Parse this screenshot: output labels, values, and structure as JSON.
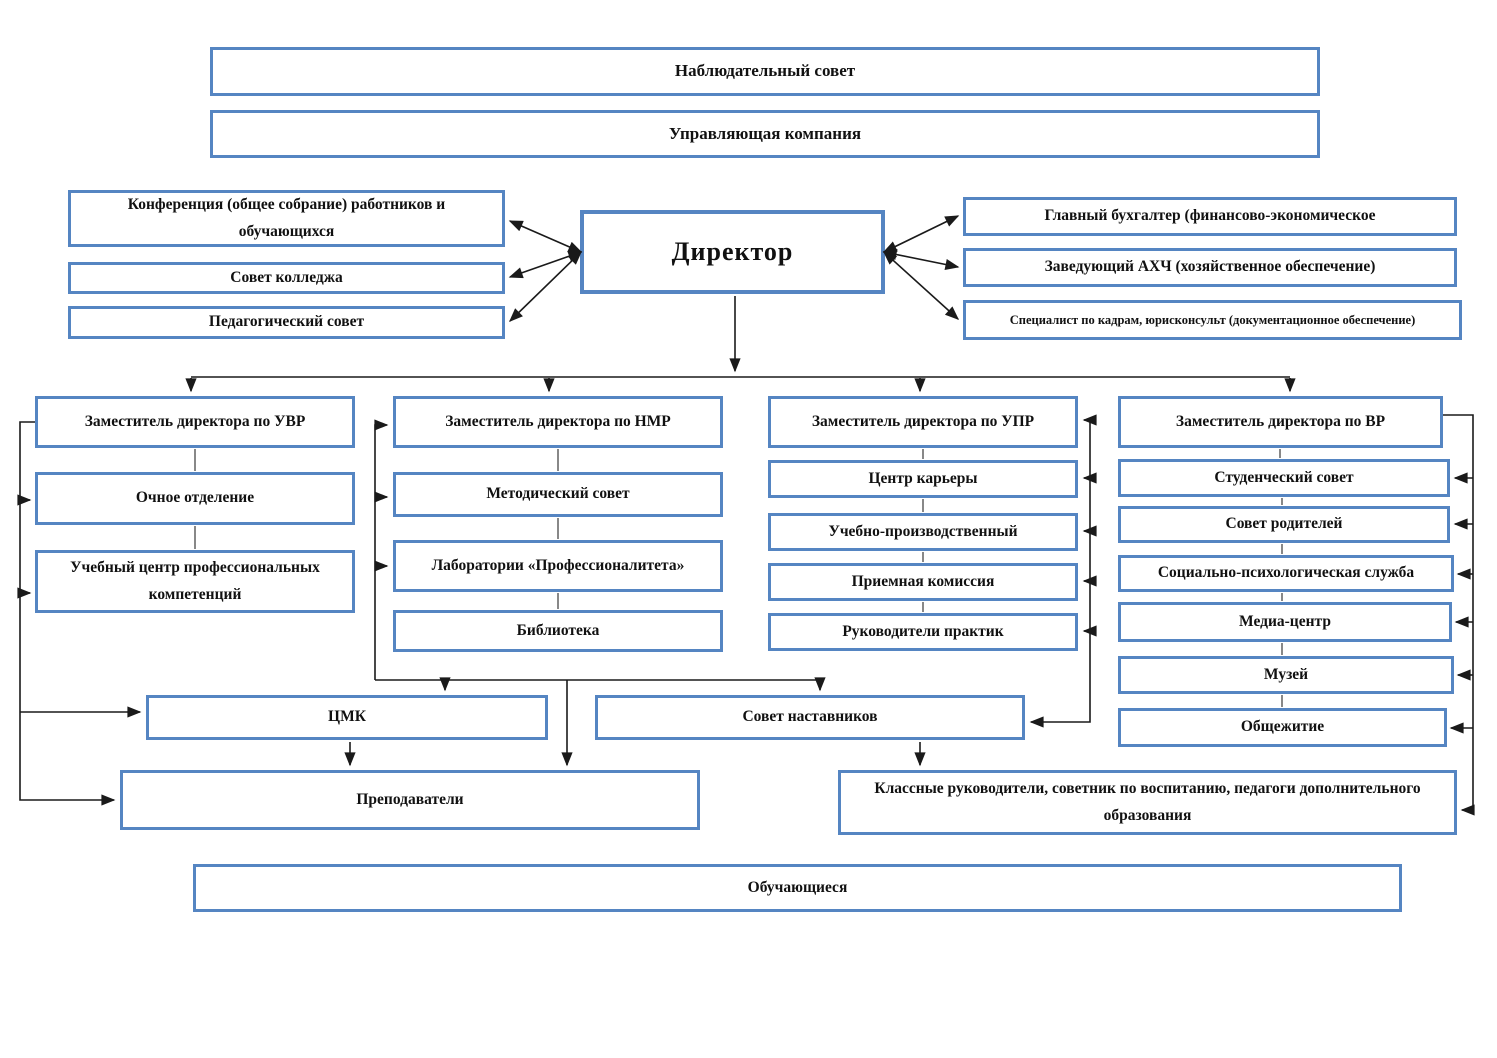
{
  "colors": {
    "box_border": "#5585c2",
    "connector": "#1a1a1a",
    "text": "#111111"
  },
  "governance": {
    "supervisory_board": "Наблюдательный совет",
    "management_company": "Управляющая компания"
  },
  "director": "Директор",
  "collegial_bodies": [
    "Конференция (общее собрание) работников и обучающихся",
    "Совет колледжа",
    "Педагогический совет"
  ],
  "administrative_staff": [
    "Главный бухгалтер (финансово-экономическое",
    "Заведующий АХЧ (хозяйственное обеспечение)",
    "Специалист по кадрам, юрисконсульт (документационное обеспечение)"
  ],
  "deputies": {
    "uvr": "Заместитель директора по УВР",
    "nmr": "Заместитель директора по НМР",
    "upr": "Заместитель директора по УПР",
    "vr": "Заместитель директора по ВР"
  },
  "uvr_units": [
    "Очное отделение",
    "Учебный центр профессиональных компетенций"
  ],
  "nmr_units": [
    "Методический совет",
    "Лаборатории «Профессионалитета»",
    "Библиотека"
  ],
  "upr_units": [
    "Центр карьеры",
    "Учебно-производственный",
    "Приемная комиссия",
    "Руководители практик"
  ],
  "vr_units": [
    "Студенческий совет",
    "Совет родителей",
    "Социально-психологическая служба",
    "Медиа-центр",
    "Музей",
    "Общежитие"
  ],
  "lower_level": {
    "cmk": "ЦМК",
    "mentors_council": "Совет наставников",
    "teachers": "Преподаватели",
    "class_teachers": "Классные руководители, советник по воспитанию, педагоги дополнительного образования",
    "students": "Обучающиеся"
  }
}
